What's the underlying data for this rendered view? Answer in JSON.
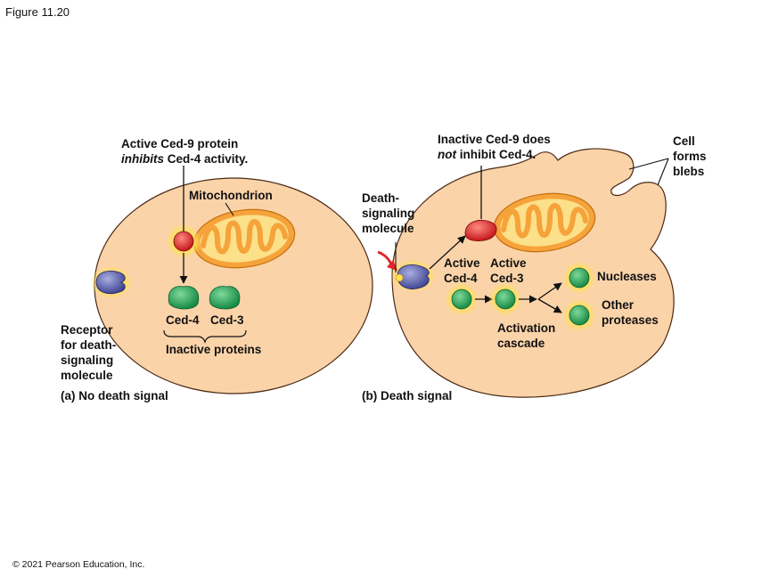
{
  "header": {
    "figure_label": "Figure 11.20"
  },
  "footer": {
    "copyright": "© 2021 Pearson Education, Inc."
  },
  "panel_a": {
    "caption": "(a) No death signal",
    "active_ced9_line1": "Active Ced-9 protein",
    "active_ced9_emph": "inhibits",
    "active_ced9_rest": " Ced-4 activity.",
    "mitochondrion": "Mitochondrion",
    "ced4": "Ced-4",
    "ced3": "Ced-3",
    "inactive_proteins": "Inactive proteins",
    "receptor_l1": "Receptor",
    "receptor_l2": "for death-",
    "receptor_l3": "signaling",
    "receptor_l4": "molecule"
  },
  "panel_b": {
    "caption": "(b) Death signal",
    "inactive_ced9_line1": "Inactive Ced-9 does",
    "inactive_ced9_emph": "not",
    "inactive_ced9_rest": " inhibit Ced-4.",
    "cell_l1": "Cell",
    "cell_l2": "forms",
    "cell_l3": "blebs",
    "death_l1": "Death-",
    "death_l2": "signaling",
    "death_l3": "molecule",
    "active_ced4_l1": "Active",
    "active_ced4_l2": "Ced-4",
    "active_ced3_l1": "Active",
    "active_ced3_l2": "Ced-3",
    "nucleases": "Nucleases",
    "other_l1": "Other",
    "other_l2": "proteases",
    "activation_l1": "Activation",
    "activation_l2": "cascade"
  },
  "colors": {
    "cell_fill": "#fbd3a9",
    "cell_stroke": "#4b2a14",
    "mito_fill": "#f5a33a",
    "mito_inner": "#fce08a",
    "ced9_red": "#d9252a",
    "ced_green": "#2aa05a",
    "receptor_blue": "#5a5fa8",
    "glow_yellow": "#ffe15a"
  }
}
